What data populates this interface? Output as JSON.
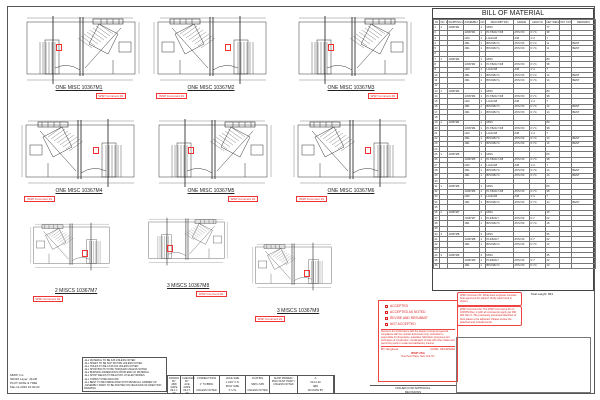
{
  "views": [
    {
      "label": "ONE MISC 10367M1",
      "comment": "WSP Comment #1"
    },
    {
      "label": "ONE MISC 10367M2",
      "comment": "WSP Comment #1"
    },
    {
      "label": "ONE MISC 10367M3",
      "comment": "WSP Comment #1"
    },
    {
      "label": "ONE MISC 10367M4",
      "comment": "WSP Comment #1"
    },
    {
      "label": "ONE MISC 10367M5",
      "comment": "WSP Comment #1"
    },
    {
      "label": "ONE MISC 10367M6",
      "comment": "WSP Comment #1"
    },
    {
      "label": "2 MISCS 10367M7",
      "comment": "WSP Comment #1"
    },
    {
      "label": "3 MISCS 10367M8",
      "comment": "WSP Comment #1"
    },
    {
      "label": "3 MISCS 10367M9",
      "comment": "WSP Comment #1"
    }
  ],
  "bom": {
    "title": "BILL OF MATERIAL",
    "headers": [
      "LN",
      "NO. REQ",
      "SHIPPING MARK",
      "ASSEMBLY MARK",
      "NO.",
      "DESCRIPTION",
      "GRADE",
      "LENGTH",
      "NET WEIGHT",
      "PAY CAT",
      "REMARKS"
    ],
    "rows": [
      [
        "1",
        "1",
        "10367M1",
        "",
        "1",
        "MISC",
        "",
        "",
        "77",
        "",
        ""
      ],
      [
        "2",
        "",
        "",
        "10367M1",
        "1",
        "PL7/8x6x7-5/8",
        "A572-50",
        "0'-7¾",
        "38",
        "",
        ""
      ],
      [
        "3",
        "",
        "",
        "s1M",
        "1",
        "L4x4x3/8",
        "A36",
        "1'-4",
        "7",
        "",
        ""
      ],
      [
        "4",
        "",
        "",
        "1M1",
        "1",
        "BPL5/8x7¼",
        "A572-50",
        "0'-7¼",
        "11",
        "",
        "BENT"
      ],
      [
        "5",
        "",
        "",
        "1M1",
        "1",
        "BPL5/8x7¼",
        "A572-50",
        "0'-7¼",
        "11",
        "",
        "BENT"
      ],
      [
        "6",
        "",
        "",
        "",
        "",
        "",
        "",
        "",
        "",
        "",
        ""
      ],
      [
        "7",
        "1",
        "10367M2",
        "",
        "1",
        "MISC",
        "",
        "",
        "80",
        "",
        ""
      ],
      [
        "8",
        "",
        "",
        "10367M2",
        "1",
        "PL7/8x6x7-5/8",
        "A572-50",
        "0'-7¾",
        "38",
        "",
        ""
      ],
      [
        "9",
        "",
        "",
        "s1M",
        "1",
        "L4x4x3/8",
        "A36",
        "1'-4",
        "7",
        "",
        ""
      ],
      [
        "10",
        "",
        "",
        "1M1",
        "1",
        "BPL5/8x7¼",
        "A572-50",
        "0'-7¼",
        "14",
        "",
        "BENT"
      ],
      [
        "11",
        "",
        "",
        "1M1",
        "1",
        "BPL5/8x7¼",
        "A572-50",
        "0'-7¼",
        "14",
        "",
        "BENT"
      ],
      [
        "12",
        "",
        "",
        "",
        "",
        "",
        "",
        "",
        "",
        "",
        ""
      ],
      [
        "13",
        "1",
        "10367M3",
        "",
        "1",
        "MISC",
        "",
        "",
        "80",
        "",
        ""
      ],
      [
        "14",
        "",
        "",
        "10367M3",
        "1",
        "PL7/8x6x7-5/8",
        "A572-50",
        "0'-7¾",
        "38",
        "",
        ""
      ],
      [
        "15",
        "",
        "",
        "s1M",
        "1",
        "L4x4x3/8",
        "A36",
        "1'-4",
        "7",
        "",
        ""
      ],
      [
        "16",
        "",
        "",
        "1M1",
        "1",
        "BPL5/8x7¼",
        "A572-50",
        "0'-7¼",
        "14",
        "",
        "BENT"
      ],
      [
        "17",
        "",
        "",
        "1M1",
        "1",
        "BPL5/8x7¼",
        "A572-50",
        "0'-7¼",
        "14",
        "",
        "BENT"
      ],
      [
        "18",
        "",
        "",
        "",
        "",
        "",
        "",
        "",
        "",
        "",
        ""
      ],
      [
        "19",
        "1",
        "10367M4",
        "",
        "1",
        "MISC",
        "",
        "",
        "80",
        "",
        ""
      ],
      [
        "20",
        "",
        "",
        "10367M4",
        "1",
        "PL7/8x6x7-5/8",
        "A572-50",
        "0'-7¾",
        "38",
        "",
        ""
      ],
      [
        "21",
        "",
        "",
        "s1M",
        "1",
        "L4x4x3/8",
        "A36",
        "1'-4",
        "7",
        "",
        ""
      ],
      [
        "22",
        "",
        "",
        "1M1",
        "1",
        "BPL5/8x7¼",
        "A572-50",
        "0'-7¼",
        "14",
        "",
        "BENT"
      ],
      [
        "23",
        "",
        "",
        "1M1",
        "1",
        "BPL5/8x7¼",
        "A572-50",
        "0'-7¼",
        "14",
        "",
        "BENT"
      ],
      [
        "24",
        "",
        "",
        "",
        "",
        "",
        "",
        "",
        "",
        "",
        ""
      ],
      [
        "25",
        "1",
        "10367M5",
        "",
        "1",
        "MISC",
        "",
        "",
        "80",
        "",
        ""
      ],
      [
        "26",
        "",
        "",
        "10367M5",
        "1",
        "PL7/8x6x7-5/8",
        "A572-50",
        "0'-7¾",
        "38",
        "",
        ""
      ],
      [
        "27",
        "",
        "",
        "s1M",
        "1",
        "L4x4x3/8",
        "A36",
        "1'-4",
        "7",
        "",
        ""
      ],
      [
        "28",
        "",
        "",
        "1M1",
        "1",
        "BPL5/8x7¼",
        "A572-50",
        "0'-7¼",
        "14",
        "",
        "BENT"
      ],
      [
        "29",
        "",
        "",
        "1M1",
        "1",
        "BPL5/8x7¼",
        "A572-50",
        "0'-7¼",
        "14",
        "",
        "BENT"
      ],
      [
        "30",
        "",
        "",
        "",
        "",
        "",
        "",
        "",
        "",
        "",
        ""
      ],
      [
        "31",
        "1",
        "10367M6",
        "",
        "1",
        "MISC",
        "",
        "",
        "80",
        "",
        ""
      ],
      [
        "32",
        "",
        "",
        "10367M6",
        "1",
        "PL7/8x6x7-5/8",
        "A572-50",
        "0'-7¾",
        "38",
        "",
        ""
      ],
      [
        "33",
        "",
        "",
        "s1M",
        "1",
        "L4x4x3/8",
        "A36",
        "1'-4",
        "7",
        "",
        ""
      ],
      [
        "34",
        "",
        "",
        "1M1",
        "1",
        "BPL5/8x7¼",
        "A572-50",
        "0'-7¼",
        "14",
        "",
        "BENT"
      ],
      [
        "35",
        "",
        "",
        "",
        "",
        "",
        "",
        "",
        "",
        "",
        ""
      ],
      [
        "36",
        "2",
        "10367M7",
        "",
        "2",
        "MISC",
        "",
        "",
        "40",
        "",
        ""
      ],
      [
        "37",
        "",
        "",
        "10367M7",
        "1",
        "PL3/8x6x7",
        "A572-50",
        "0'-7",
        "22",
        "",
        ""
      ],
      [
        "38",
        "",
        "",
        "1M1",
        "1",
        "BPL5/8x7¼",
        "A572-50",
        "0'-7¼",
        "18",
        "",
        ""
      ],
      [
        "39",
        "",
        "",
        "",
        "",
        "",
        "",
        "",
        "",
        "",
        ""
      ],
      [
        "40",
        "3",
        "10367M8",
        "",
        "3",
        "MISC",
        "",
        "",
        "35",
        "",
        ""
      ],
      [
        "41",
        "",
        "",
        "10367M8",
        "1",
        "PL3/8x6x7",
        "A572-50",
        "0'-7",
        "22",
        "",
        ""
      ],
      [
        "42",
        "",
        "",
        "1M1",
        "1",
        "BPL5/8x7¼",
        "A572-50",
        "0'-7¼",
        "13",
        "",
        ""
      ],
      [
        "43",
        "",
        "",
        "",
        "",
        "",
        "",
        "",
        "",
        "",
        ""
      ],
      [
        "44",
        "3",
        "10367M9",
        "",
        "3",
        "MISC",
        "",
        "",
        "35",
        "",
        ""
      ],
      [
        "45",
        "",
        "",
        "10367M9",
        "1",
        "PL3/8x6x7",
        "A572-50",
        "0'-7",
        "22",
        "",
        ""
      ],
      [
        "46",
        "",
        "",
        "1M1",
        "1",
        "BPL5/8x7¼",
        "A572-50",
        "0'-7¼",
        "13",
        "",
        ""
      ]
    ],
    "total": "Total weight: 863"
  },
  "review": {
    "options": [
      {
        "label": "ACCEPTED",
        "checked": false
      },
      {
        "label": "ACCEPTED AS NOTED",
        "checked": false
      },
      {
        "label": "REVISE AND RESUBMIT",
        "checked": true
      },
      {
        "label": "NOT ACCEPTED",
        "checked": false
      }
    ],
    "disclaimer": "Review is for conformance with the design concept and general compliance with the contract documents only. Contractor is responsible for dimensions, quantities, fabrication processes and techniques of construction, coordination of work with other trades and performing work in a safe and satisfactory manner.",
    "by": "BY: Engineer",
    "date": "DATE: 03/19/2020",
    "company": "WSP USA",
    "address": "One Penn Plaza, New York, NY"
  },
  "notes_red": [
    "WSP Comment #1: What does engineer consider final approved for plates? Verify each bend is shown.",
    "WSP Comment #2: The WSP Comments #1 on 10367M Rev 1 (with all comments) apply per RFI 001 Rev 0. The previously presented sketches of bent plates to be adjusted. Please review the attached and include bends."
  ],
  "general_notes": [
    "-ALL MATERIAL TO BE A36 UNLESS NOTED",
    "-ALL SHEET TO BE SCH 80 PIPE UNLESS NOTED",
    "-ALL HOLES TO BE 13/16 DIA UNLESS NOTED",
    "-ALL SHOP BOLTS TO BE TORQUED UNLESS NOTED",
    "-ALL BURNING DIMENSIONS FROM END OF MATERIAL",
    "-ALL SHOP WELDS TO BE E70XX LH ELECTRODES",
    "-ALL COPES TO BE GROUND",
    "-ALL BENT TO BE FABRICATED WITH RESIDUAL CAMBER UP",
    "-ASSEMBLY MARK TO BE PAINTED ON NEAR END OF ERECTION DRAWING"
  ],
  "title_block": {
    "drawn_by_label": "DRAWN BY",
    "drawn_by": "ABD",
    "drawn_date": "DATE 09-17-20",
    "checked_by_label": "CHECKED BY",
    "checked_by": "ACE",
    "checked_date": "DATE 09-17-20",
    "connections_label": "CONNECTIONS",
    "connections": "1\" TC/B50C",
    "connections_note": "UNLESS NOTED",
    "hole_label": "HOLE SIZE",
    "hole": "1 1/16\" U.N.",
    "bolt_label": "BOLT SIZE",
    "bolt": "1\" U.N.",
    "coating_label": "COATING",
    "coating": "SSPC-SP6",
    "coating_note": "UNLESS NOTED",
    "spec": "SHOP PRIMER / ZINC DUST PAINT / UNLESS NOTED",
    "rev": "A",
    "rev_date": "03-11-20",
    "rev_by": "ABD",
    "rev_header": "NO DATE BY"
  },
  "stamp_info": [
    "MMW, Inc.",
    "SD315 Layer: 411rB",
    "PLOT DATE & TIME",
    "Mar-11-2020  10:30:20"
  ],
  "issue": [
    "ISSUED FOR APPROVAL",
    "REVISIONS"
  ]
}
